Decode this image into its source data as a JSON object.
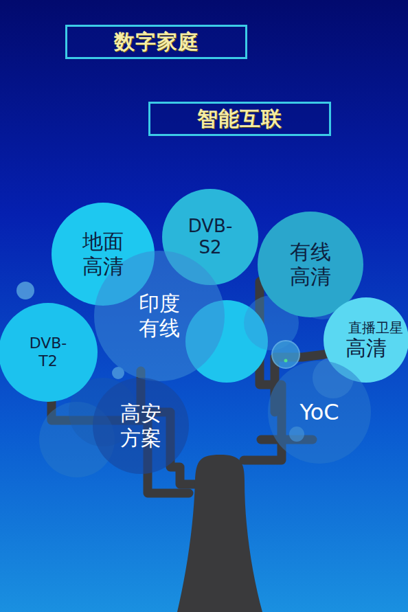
{
  "diagram": {
    "nodes": [
      {
        "text": [
          "数字家庭"
        ]
      },
      {
        "text": [
          "智能互联"
        ]
      },
      {
        "text": [
          "DVB-S2"
        ]
      },
      {
        "text": [
          "地面 高清"
        ]
      },
      {
        "text": [
          "有线 高清"
        ]
      },
      {
        "text": [
          "印度 有线"
        ]
      },
      {
        "text": [
          "直播卫星",
          "高清"
        ]
      },
      {
        "text": [
          "DVB-T2"
        ]
      },
      {
        "text": [
          "YoC"
        ]
      },
      {
        "text": [
          "高安 方案"
        ]
      }
    ]
  }
}
